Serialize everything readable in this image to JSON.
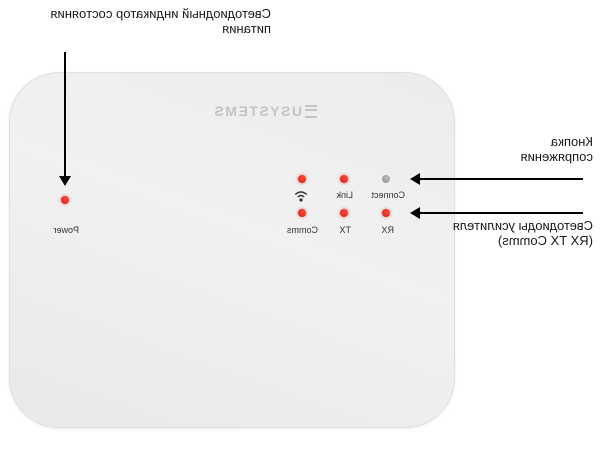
{
  "device": {
    "brand": "USYSTEMS",
    "leds": {
      "rx": "RX",
      "tx": "TX",
      "comms": "Comms",
      "connect": "Connect",
      "link": "Link",
      "power": "Power"
    }
  },
  "callouts": {
    "power_led": "Светодиодный индикатор состояния питания",
    "pairing_button": "Кнопка сопряжения",
    "amp_leds": "Светодиоды усилителя (RX TX Comms)"
  },
  "colors": {
    "led_red": "#d81e15",
    "led_grey": "#a3a3a3",
    "device_body": "#eeeeee"
  }
}
